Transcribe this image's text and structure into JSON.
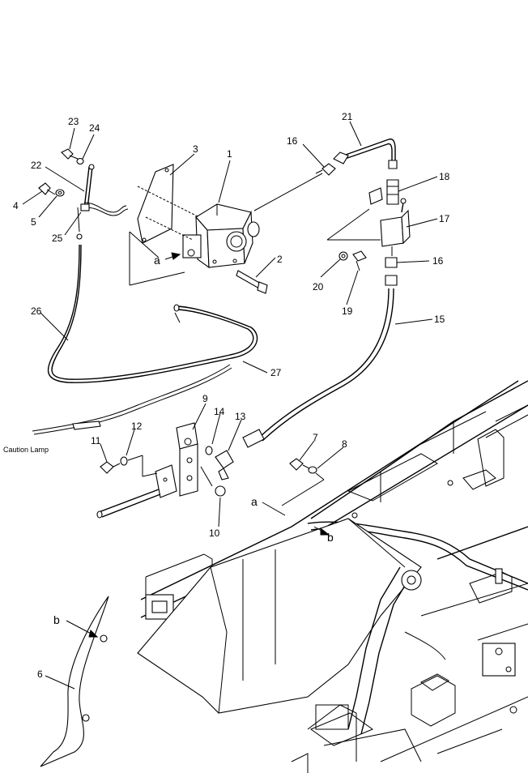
{
  "callouts": {
    "c1": "1",
    "c2": "2",
    "c3": "3",
    "c4": "4",
    "c5": "5",
    "c6": "6",
    "c7": "7",
    "c8": "8",
    "c9": "9",
    "c10": "10",
    "c11": "11",
    "c12": "12",
    "c13": "13",
    "c14": "14",
    "c15": "15",
    "c16a": "16",
    "c16b": "16",
    "c17": "17",
    "c18": "18",
    "c19": "19",
    "c20": "20",
    "c21": "21",
    "c22": "22",
    "c23": "23",
    "c24": "24",
    "c25": "25",
    "c26": "26",
    "c27": "27"
  },
  "letters": {
    "a1": "a",
    "a2": "a",
    "b1": "b",
    "b2": "b"
  },
  "captions": {
    "caution_lamp": "Caution Lamp"
  }
}
